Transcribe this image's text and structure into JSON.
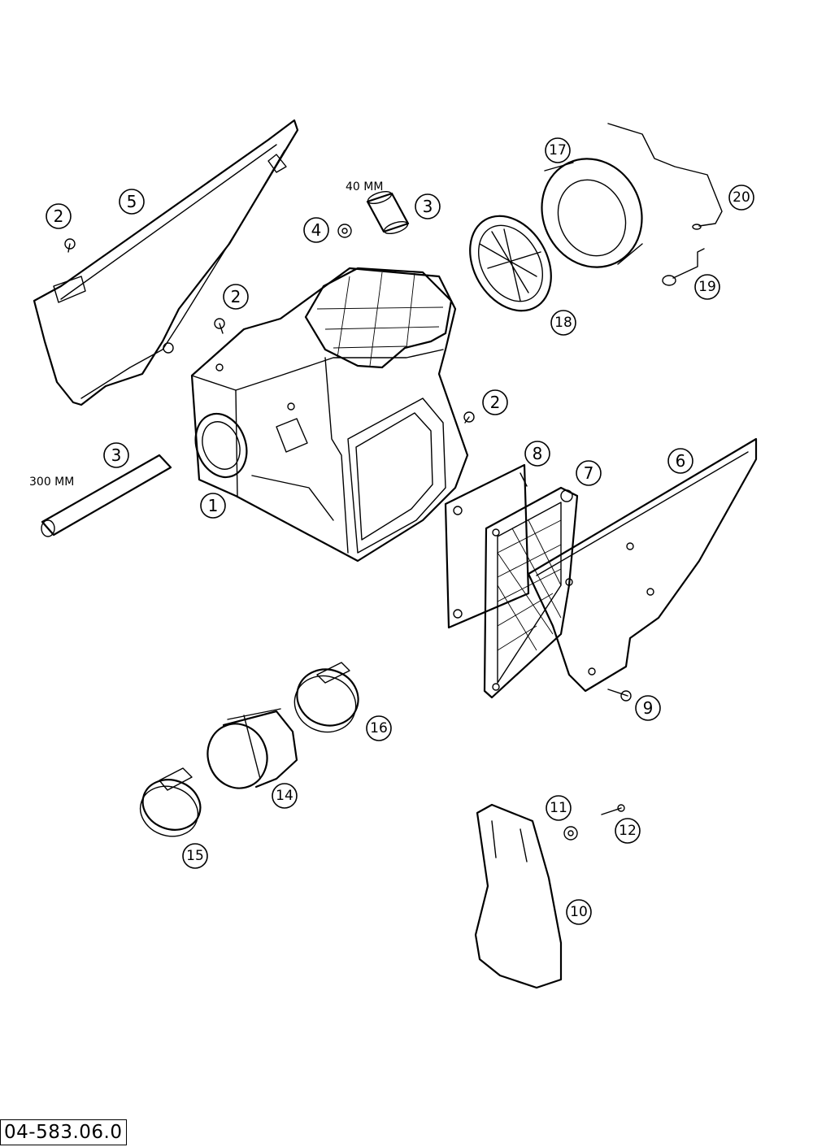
{
  "document_number": "04-583.06.0",
  "callouts": [
    "1",
    "2",
    "2",
    "2",
    "3",
    "3",
    "4",
    "5",
    "6",
    "7",
    "8",
    "9",
    "10",
    "11",
    "12",
    "14",
    "15",
    "16",
    "17",
    "18",
    "19",
    "20"
  ],
  "dimensions": {
    "short_hose": "40 MM",
    "long_hose": "300 MM"
  }
}
